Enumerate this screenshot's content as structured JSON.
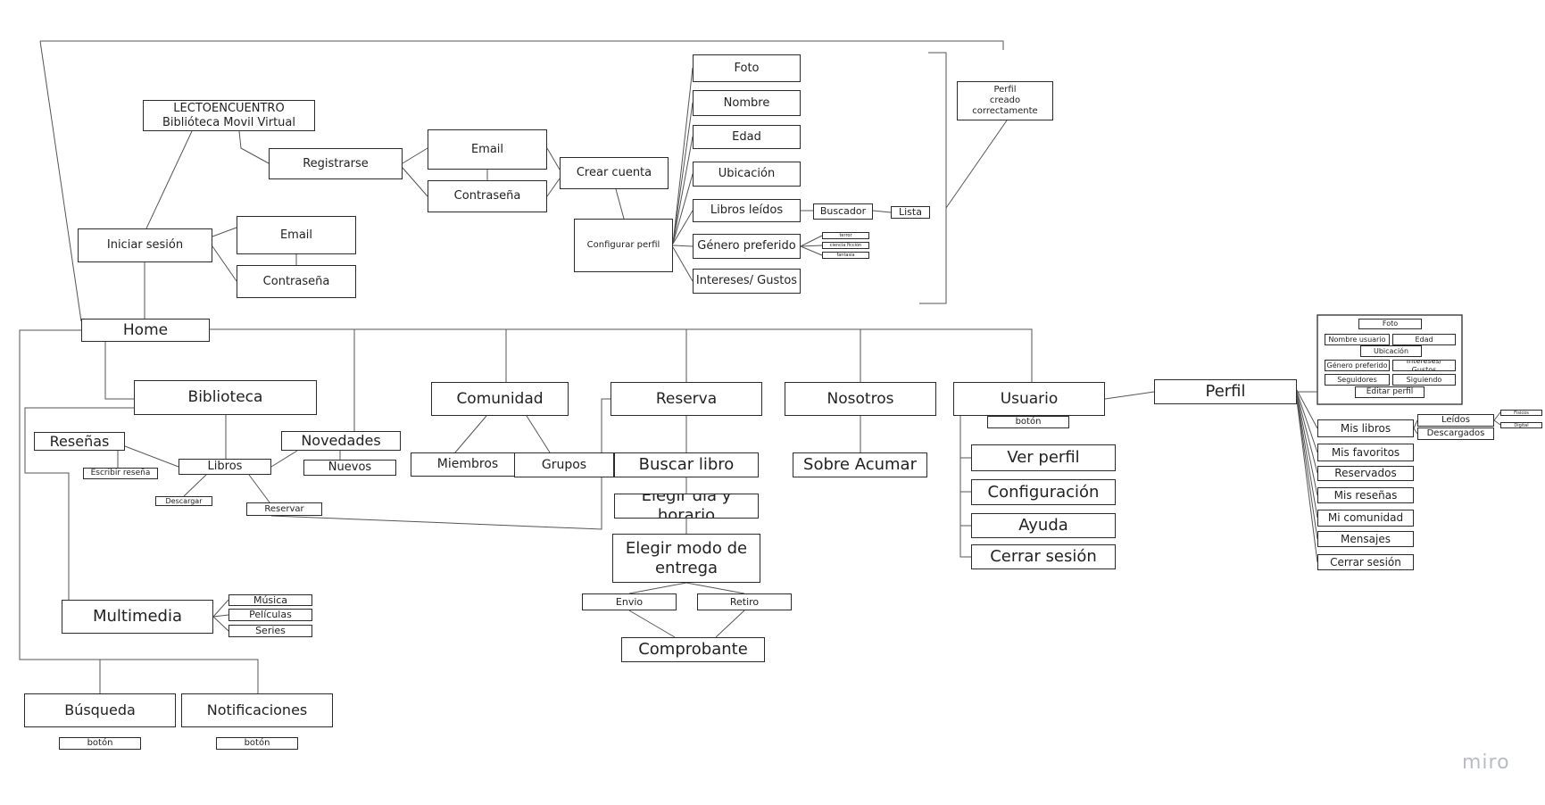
{
  "diagram": {
    "nodes": {
      "lectoencuentro": "LECTOENCUENTRO\nBiblióteca Movil Virtual",
      "registrarse": "Registrarse",
      "reg_email": "Email",
      "reg_contrasena": "Contraseña",
      "crear_cuenta": "Crear cuenta",
      "configurar_perfil": "Configurar perfil",
      "foto": "Foto",
      "nombre": "Nombre",
      "edad": "Edad",
      "ubicacion": "Ubicación",
      "libros_leidos": "Libros leídos",
      "buscador": "Buscador",
      "lista": "Lista",
      "genero_preferido": "Género preferido",
      "genero_tag_1": "terror",
      "genero_tag_2": "ciencia ficción",
      "genero_tag_3": "fantasía",
      "intereses": "Intereses/ Gustos",
      "perfil_creado": "Perfil\ncreado correctamente",
      "iniciar_sesion": "Iniciar sesión",
      "login_email": "Email",
      "login_contrasena": "Contraseña",
      "home": "Home",
      "biblioteca": "Biblioteca",
      "resenas": "Reseñas",
      "escribir_resena": "Escribir reseña",
      "libros": "Libros",
      "novedades": "Novedades",
      "nuevos": "Nuevos",
      "descargar": "Descargar",
      "reservar": "Reservar",
      "multimedia": "Multimedia",
      "musica": "Música",
      "peliculas": "Películas",
      "series": "Series",
      "busqueda": "Búsqueda",
      "busqueda_boton": "botón",
      "notificaciones": "Notificaciones",
      "notificaciones_boton": "botón",
      "comunidad": "Comunidad",
      "miembros": "Miembros",
      "grupos": "Grupos",
      "reserva": "Reserva",
      "buscar_libro": "Buscar libro",
      "elegir_dia": "Elegir dia y horario",
      "elegir_modo": "Elegir modo de\nentrega",
      "envio": "Envio",
      "retiro": "Retiro",
      "comprobante": "Comprobante",
      "nosotros": "Nosotros",
      "sobre_acumar": "Sobre Acumar",
      "usuario": "Usuario",
      "usuario_boton": "botón",
      "ver_perfil": "Ver perfil",
      "configuracion": "Configuración",
      "ayuda": "Ayuda",
      "cerrar_sesion_usuario": "Cerrar sesión",
      "perfil": "Perfil",
      "pf_foto": "Foto",
      "pf_nombre_usuario": "Nombre usuario",
      "pf_edad": "Edad",
      "pf_ubicacion": "Ubicación",
      "pf_genero": "Género preferido",
      "pf_intereses": "Intereses/ Gustos",
      "pf_seguidores": "Seguidores",
      "pf_siguiendo": "Siguiendo",
      "pf_editar": "Editar perfil",
      "mis_libros": "Mis libros",
      "leidos": "Leídos",
      "leidos_tag_1": "Físicos",
      "leidos_tag_2": "Digital",
      "descargados": "Descargados",
      "mis_favoritos": "Mis favoritos",
      "reservados": "Reservados",
      "mis_resenas": "Mis reseñas",
      "mi_comunidad": "Mi comunidad",
      "mensajes": "Mensajes",
      "cerrar_sesion_perfil": "Cerrar sesión"
    },
    "watermark": "miro"
  }
}
